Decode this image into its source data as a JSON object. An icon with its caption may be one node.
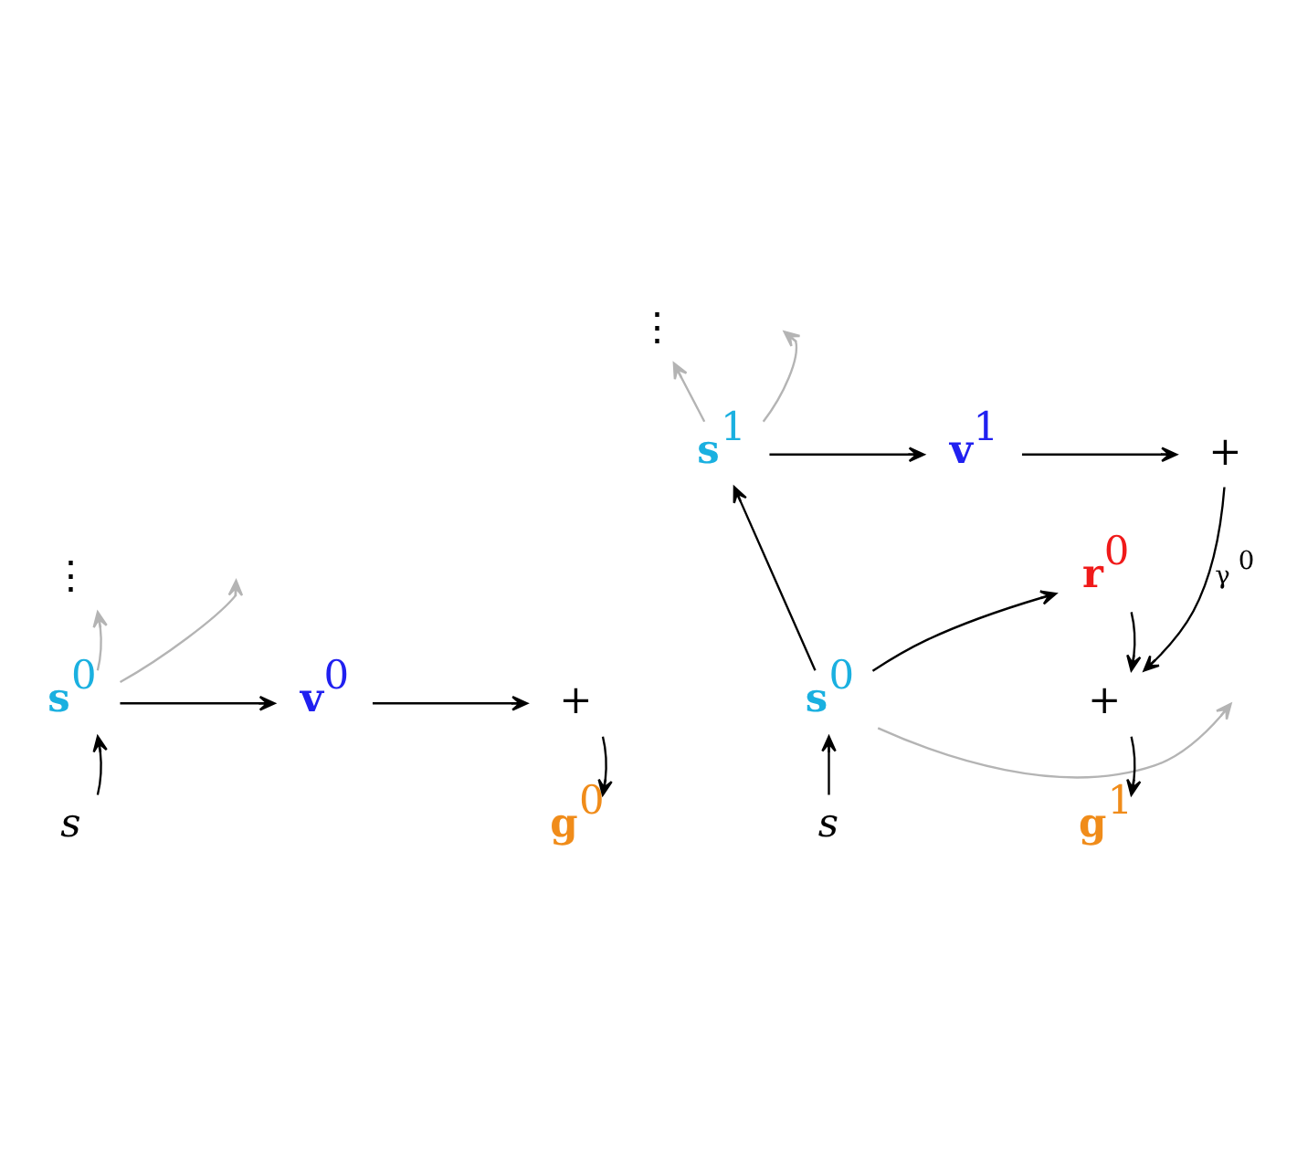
{
  "diagram": {
    "nodes": [
      {
        "text": [
          "⋮"
        ]
      },
      {
        "text": [
          "s$^{0}$"
        ]
      },
      {
        "text": [
          "v$^{0}$"
        ]
      },
      {
        "text": [
          "+"
        ]
      },
      {
        "text": [
          "s"
        ]
      },
      {
        "text": [
          "g$^{0}$"
        ]
      },
      {
        "text": [
          "⋮"
        ]
      },
      {
        "text": [
          "s$^{1}$"
        ]
      },
      {
        "text": [
          "v$^{1}$"
        ]
      },
      {
        "text": [
          "+"
        ]
      },
      {
        "text": [
          "r$^{0}$"
        ]
      },
      {
        "text": [
          "s$^{0}$"
        ]
      },
      {
        "text": [
          "+"
        ]
      },
      {
        "text": [
          "s"
        ]
      },
      {
        "text": [
          "g$^{1}$"
        ]
      }
    ],
    "edges": [
      {
        "from": 1,
        "to": 0,
        "arrow": "to",
        "color": "#b4b4b4"
      },
      {
        "from": 1,
        "to": null,
        "arrow": "to",
        "color": "#b4b4b4"
      },
      {
        "from": 1,
        "to": 2,
        "arrow": "to"
      },
      {
        "from": 2,
        "to": 3,
        "arrow": "to"
      },
      {
        "from": 3,
        "to": 5,
        "arrow": "to"
      },
      {
        "from": 4,
        "to": 1,
        "arrow": "to"
      },
      {
        "from": 7,
        "to": 6,
        "arrow": "to",
        "color": "#b4b4b4"
      },
      {
        "from": 7,
        "to": null,
        "arrow": "to",
        "color": "#b4b4b4"
      },
      {
        "from": 7,
        "to": 8,
        "arrow": "to"
      },
      {
        "from": 8,
        "to": 9,
        "arrow": "to"
      },
      {
        "from": 9,
        "to": 12,
        "arrow": "to",
        "label": "γ$^{0}$"
      },
      {
        "from": 11,
        "to": 7,
        "arrow": "to"
      },
      {
        "from": 11,
        "to": 10,
        "arrow": "to"
      },
      {
        "from": 10,
        "to": 12,
        "arrow": "to"
      },
      {
        "from": 11,
        "to": null,
        "arrow": "to",
        "color": "#b4b4b4"
      },
      {
        "from": 12,
        "to": 14,
        "arrow": "to"
      },
      {
        "from": 13,
        "to": 11,
        "arrow": "to"
      }
    ]
  }
}
